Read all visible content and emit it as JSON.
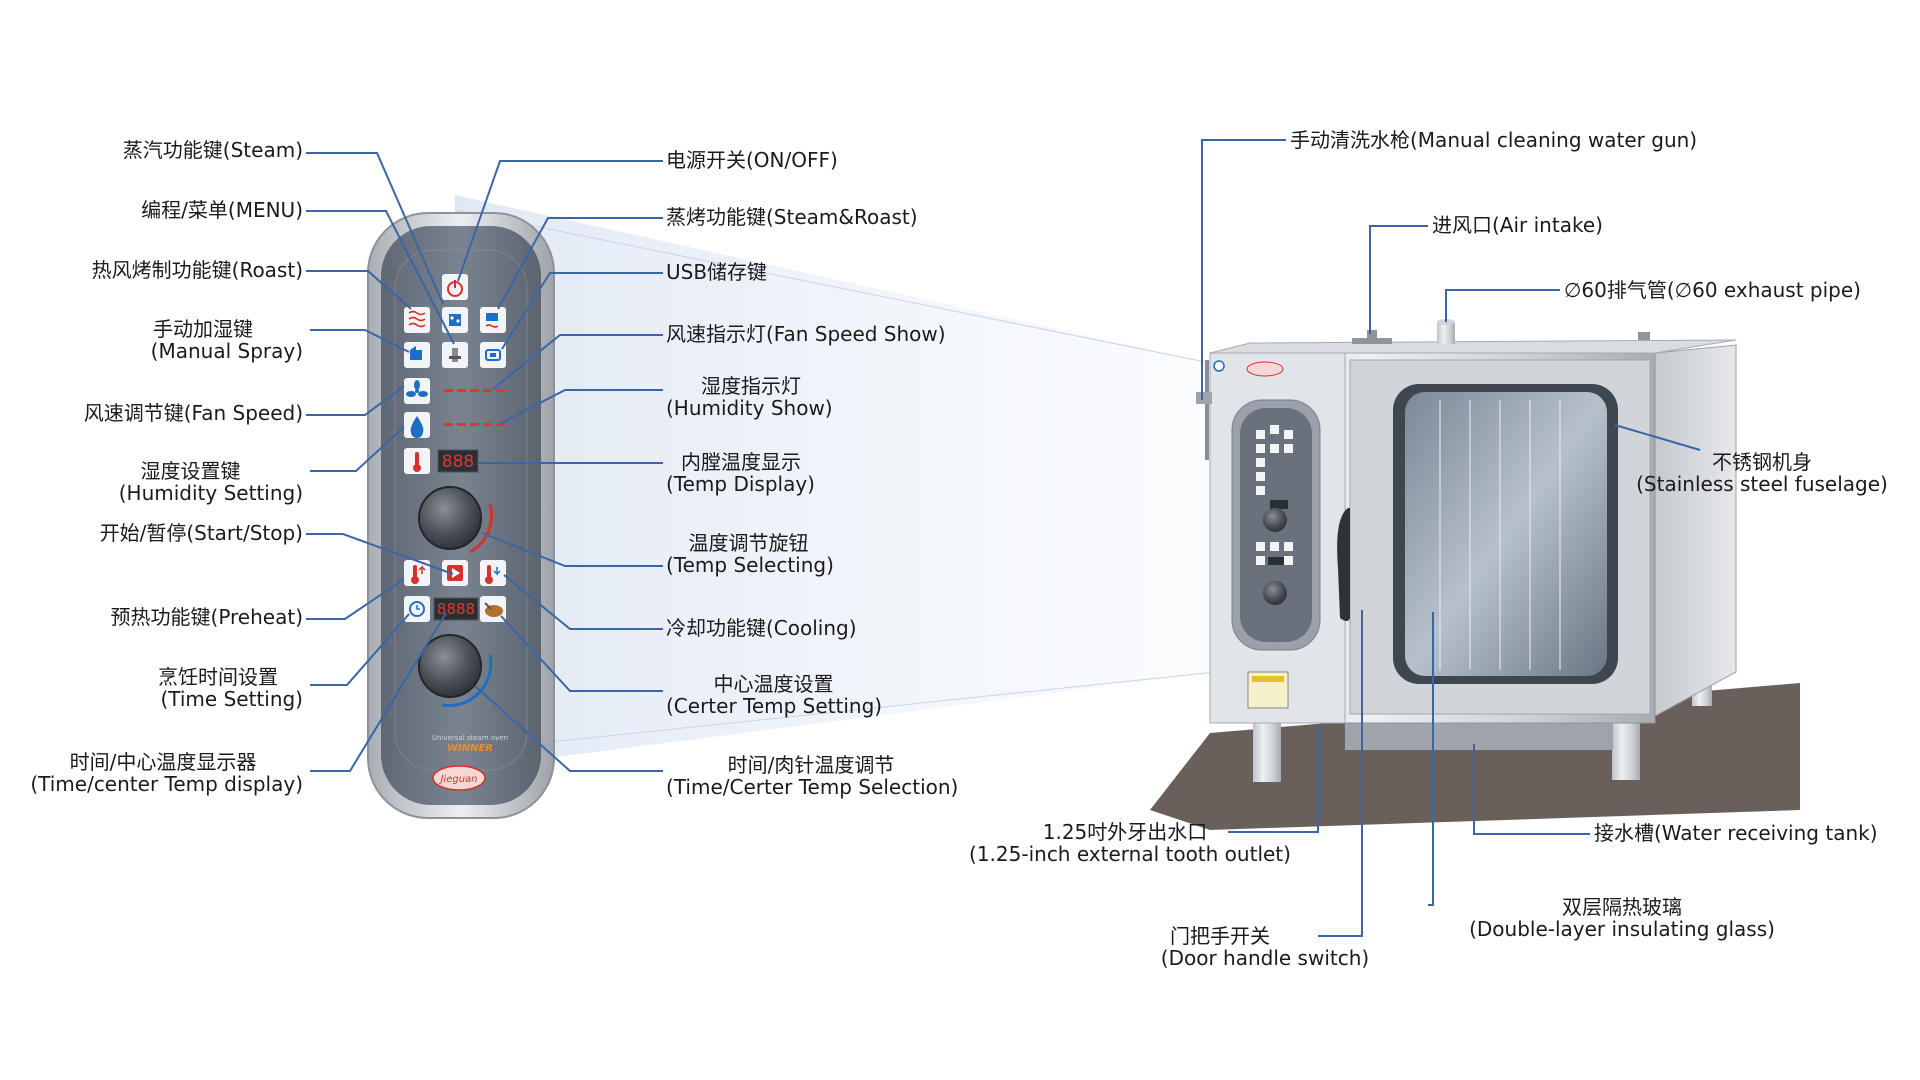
{
  "left_labels": [
    {
      "name": "steam",
      "cn": "蒸汽功能键(Steam)"
    },
    {
      "name": "menu",
      "cn": "编程/菜单(MENU)"
    },
    {
      "name": "roast",
      "cn": "热风烤制功能键(Roast)"
    },
    {
      "name": "manual-spray",
      "cn": "手动加湿键",
      "en": "(Manual Spray)"
    },
    {
      "name": "fan-speed",
      "cn": "风速调节键(Fan Speed)"
    },
    {
      "name": "humidity-setting",
      "cn": "湿度设置键",
      "en": "(Humidity Setting)"
    },
    {
      "name": "start-stop",
      "cn": "开始/暂停(Start/Stop)"
    },
    {
      "name": "preheat",
      "cn": "预热功能键(Preheat)"
    },
    {
      "name": "time-setting",
      "cn": "烹饪时间设置",
      "en": "(Time Setting)"
    },
    {
      "name": "time-center-display",
      "cn": "时间/中心温度显示器",
      "en": "(Time/center Temp display)"
    }
  ],
  "right_labels": [
    {
      "name": "on-off",
      "cn": "电源开关(ON/OFF)"
    },
    {
      "name": "steam-roast",
      "cn": "蒸烤功能键(Steam&Roast)"
    },
    {
      "name": "usb",
      "cn": "USB储存键"
    },
    {
      "name": "fan-speed-show",
      "cn": "风速指示灯(Fan Speed Show)"
    },
    {
      "name": "humidity-show",
      "cn": "湿度指示灯",
      "en": "(Humidity Show)"
    },
    {
      "name": "temp-display",
      "cn": "内膛温度显示",
      "en": "(Temp Display)"
    },
    {
      "name": "temp-selecting",
      "cn": "温度调节旋钮",
      "en": "(Temp Selecting)"
    },
    {
      "name": "cooling",
      "cn": "冷却功能键(Cooling)"
    },
    {
      "name": "center-temp-setting",
      "cn": "中心温度设置",
      "en": "(Certer Temp Setting)"
    },
    {
      "name": "time-center-selection",
      "cn": "时间/肉针温度调节",
      "en": "(Time/Certer Temp Selection)"
    }
  ],
  "oven_labels": {
    "water_gun": "手动清洗水枪(Manual cleaning water gun)",
    "air_intake": "进风口(Air intake)",
    "exhaust": "∅60排气管(∅60 exhaust pipe)",
    "fuselage_cn": "不锈钢机身",
    "fuselage_en": "(Stainless steel fuselage)",
    "outlet_cn": "1.25吋外牙出水口",
    "outlet_en": "(1.25-inch external tooth outlet)",
    "tank": "接水槽(Water receiving tank)",
    "glass_cn": "双层隔热玻璃",
    "glass_en": "(Double-layer insulating glass)",
    "handle_cn": "门把手开关",
    "handle_en": "(Door handle switch)"
  },
  "panel": {
    "temp_display": "888",
    "time_display": "8888",
    "tagline": "Universal steam oven",
    "model": "WINNER",
    "brand": "Jieguan"
  },
  "colors": {
    "leader": "#3a66a8",
    "panel_body": "#6f7884",
    "panel_bezel": "#c9cdd2",
    "button_face": "#f2f4f7",
    "icon_blue": "#1d6fc6",
    "icon_red": "#d8312c",
    "display_red": "#e0362d"
  }
}
